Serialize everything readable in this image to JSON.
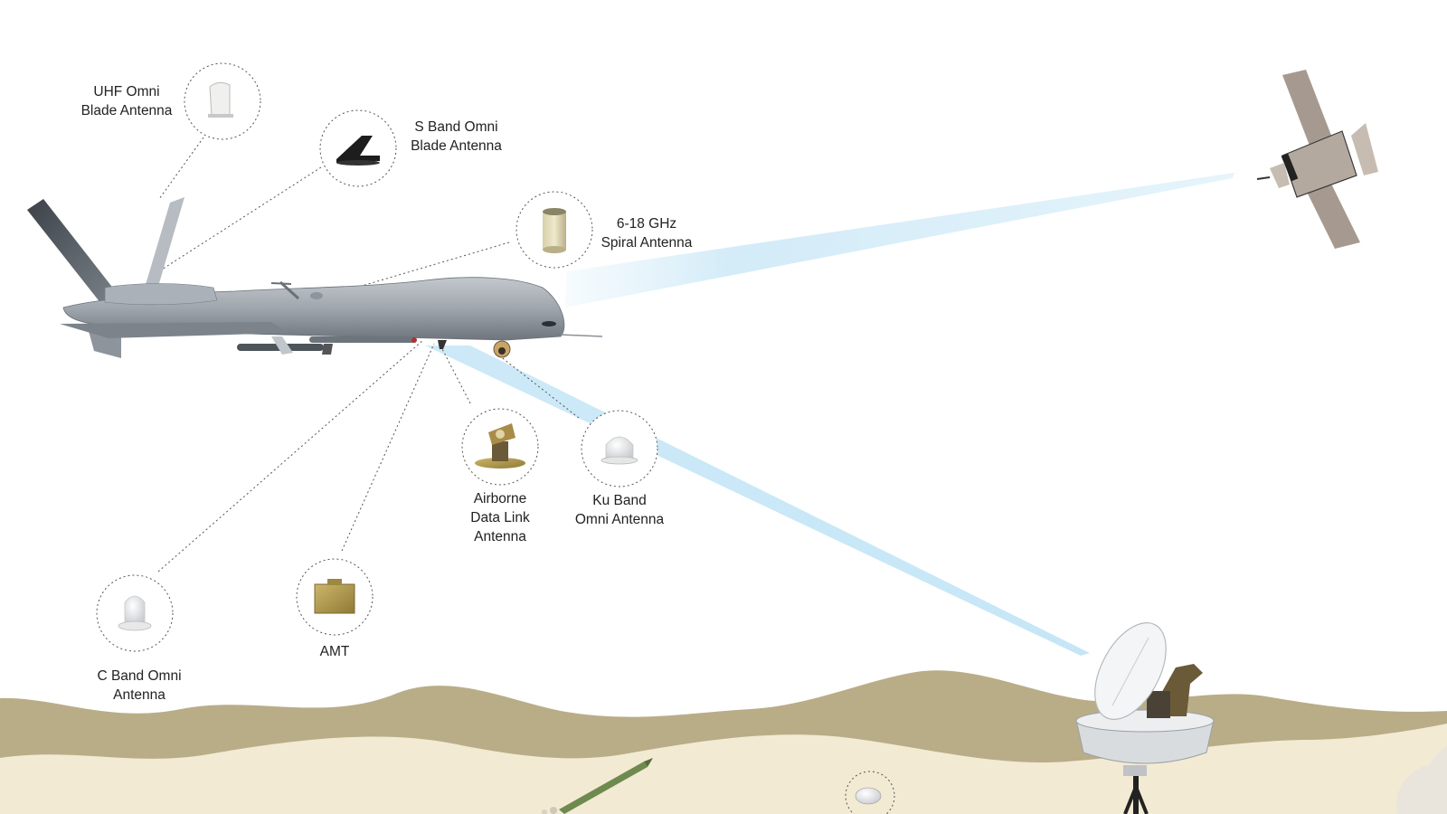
{
  "antennas": {
    "uhf": {
      "line1": "UHF Omni",
      "line2": "Blade Antenna",
      "icon": "uhf-blade-antenna-icon"
    },
    "sband": {
      "line1": "S Band Omni",
      "line2": "Blade Antenna",
      "icon": "s-band-blade-antenna-icon"
    },
    "spiral": {
      "line1": "6-18 GHz",
      "line2": "Spiral Antenna",
      "icon": "spiral-antenna-icon"
    },
    "datalink": {
      "line1": "Airborne",
      "line2": "Data Link",
      "line3": "Antenna",
      "icon": "data-link-antenna-icon"
    },
    "ku": {
      "line1": "Ku Band",
      "line2": "Omni Antenna",
      "icon": "ku-omni-antenna-icon"
    },
    "amt": {
      "line1": "AMT",
      "icon": "amt-box-icon"
    },
    "cband": {
      "line1": "C Band Omni",
      "line2": "Antenna",
      "icon": "c-band-omni-antenna-icon"
    }
  },
  "colors": {
    "beam": "#bfe3f5",
    "sky": "#ffffff",
    "dune_back": "#b9ad88",
    "dune_front": "#f2ead3",
    "drone": "#9aa1a8",
    "satellite_panel": "#a69a90"
  }
}
